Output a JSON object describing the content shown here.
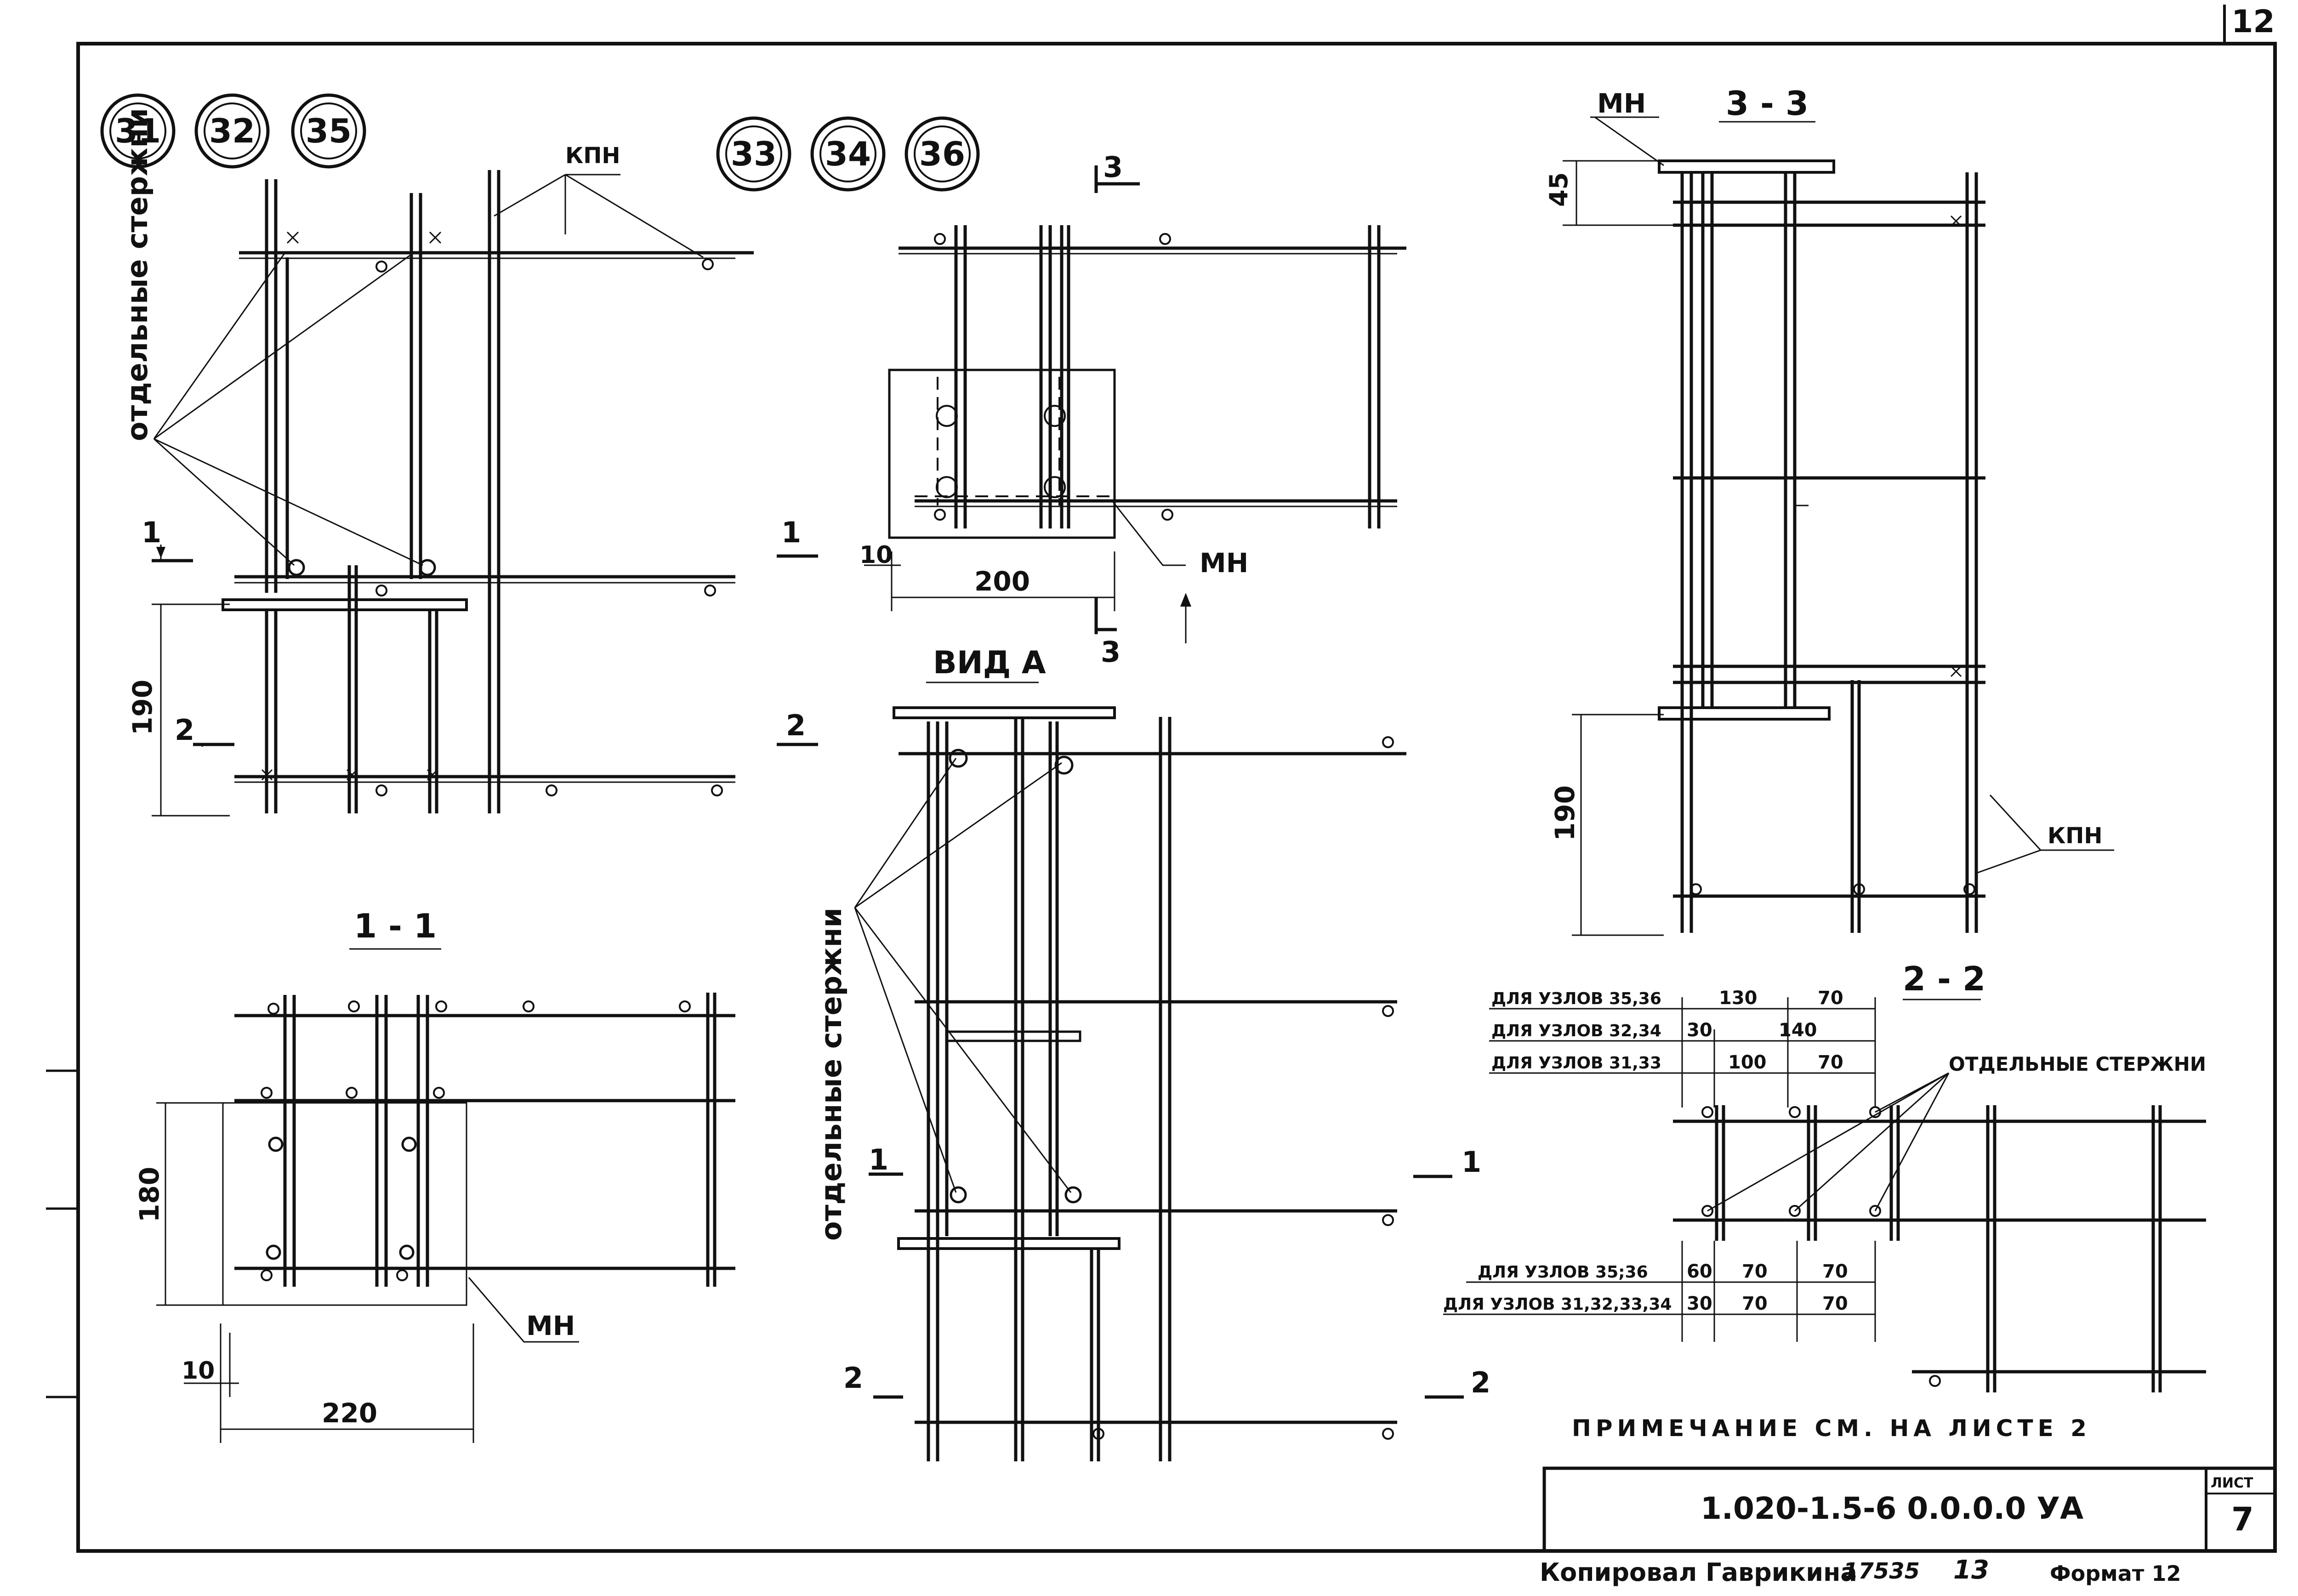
{
  "sheet_number": "12",
  "node_badges_left": [
    "31",
    "32",
    "35"
  ],
  "node_badges_mid": [
    "33",
    "34",
    "36"
  ],
  "labels": {
    "kpn": "КПН",
    "mn": "МН",
    "separate_bars": "отдельные стержни",
    "separate_bars_caps": "ОТДЕЛЬНЫЕ СТЕРЖНИ",
    "view_a": "ВИД А",
    "section_11": "1 - 1",
    "section_22": "2 - 2",
    "section_33": "3 - 3",
    "mark_1": "1",
    "mark_2": "2",
    "mark_3": "3"
  },
  "dimensions": {
    "d190": "190",
    "d180": "180",
    "d200": "200",
    "d220": "220",
    "d10": "10",
    "d45": "45"
  },
  "table_top": [
    {
      "label": "ДЛЯ УЗЛОВ 35,36",
      "a": "130",
      "b": "70"
    },
    {
      "label": "ДЛЯ УЗЛОВ 32,34",
      "a": "30",
      "b": "140"
    },
    {
      "label": "ДЛЯ УЗЛОВ 31,33",
      "a": "100",
      "b": "70"
    }
  ],
  "table_bottom": [
    {
      "label": "ДЛЯ УЗЛОВ 35;36",
      "a": "60",
      "b": "70",
      "c": "70"
    },
    {
      "label": "ДЛЯ УЗЛОВ 31,32,33,34",
      "a": "30",
      "b": "70",
      "c": "70"
    }
  ],
  "note": "ПРИМЕЧАНИЕ СМ. НА ЛИСТЕ 2",
  "title_block": {
    "code": "1.020-1.5-6 0.0.0.0 УА",
    "sheet_label": "ЛИСТ",
    "sheet": "7"
  },
  "footer": {
    "copied": "Копировал Гаврикина",
    "num1": "17535",
    "num2": "13",
    "format": "Формат 12"
  }
}
